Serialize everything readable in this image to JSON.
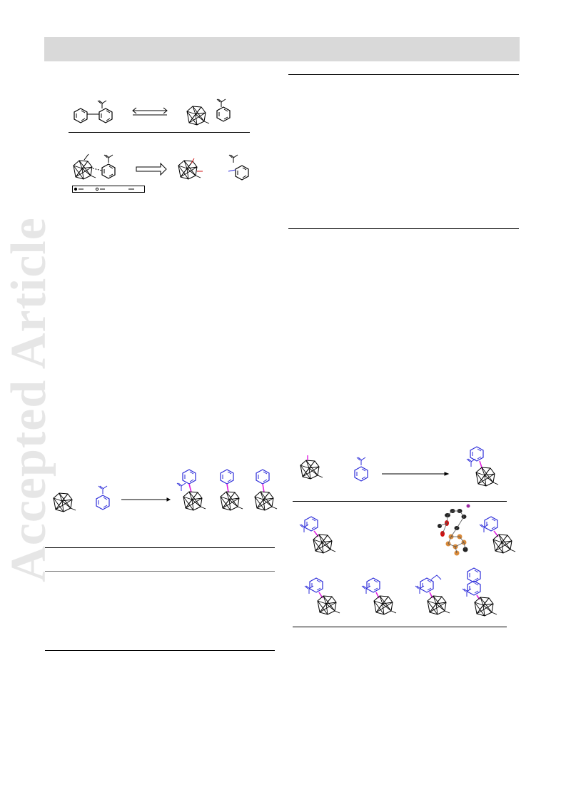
{
  "watermark": {
    "text": "Accepted Article"
  },
  "colors": {
    "aryl": "#2b2bd9",
    "bond_highlight": "#e020e0",
    "oxygen": "#d01010",
    "boron_crystal": "#d98a3a",
    "carbon_crystal": "#222222",
    "header_band": "#d9d9d9"
  },
  "figures": [
    {
      "name": "scheme-biaryl-vs-carboranyl-aryl",
      "icon": "cage-arrow-scheme"
    },
    {
      "name": "scheme-cage-cleavage",
      "icon": "cage-degradation-scheme"
    },
    {
      "name": "scheme-optimization",
      "icon": "cage-arylation-scheme"
    },
    {
      "name": "scheme-substrate-scope",
      "icon": "scope-grid-with-crystal-structure"
    }
  ]
}
